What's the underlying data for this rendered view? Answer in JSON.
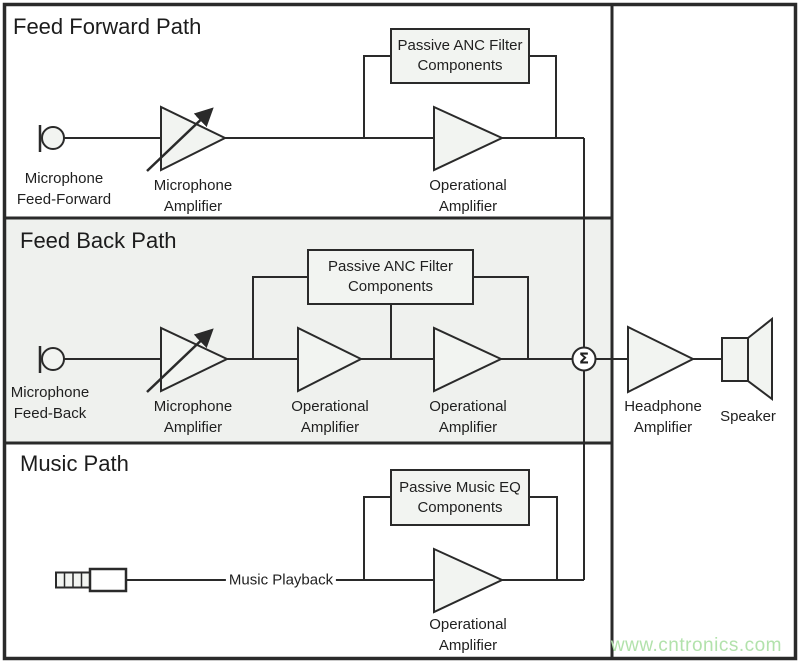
{
  "feed_forward": {
    "title": "Feed Forward Path",
    "mic_label": "Microphone\nFeed-Forward",
    "mic_amp_label": "Microphone\nAmplifier",
    "filter_box_label": "Passive ANC Filter\nComponents",
    "op_amp_label": "Operational\nAmplifier"
  },
  "feed_back": {
    "title": "Feed Back Path",
    "mic_label": "Microphone\nFeed-Back",
    "mic_amp_label": "Microphone\nAmplifier",
    "filter_box_label": "Passive ANC Filter\nComponents",
    "op_amp1_label": "Operational\nAmplifier",
    "op_amp2_label": "Operational\nAmplifier"
  },
  "music": {
    "title": "Music Path",
    "wire_label": "Music Playback",
    "eq_box_label": "Passive Music EQ\nComponents",
    "op_amp_label": "Operational\nAmplifier"
  },
  "output": {
    "sum_symbol": "Σ",
    "headphone_amp_label": "Headphone\nAmplifier",
    "speaker_label": "Speaker"
  },
  "watermark": "www.cntronics.com",
  "colors": {
    "line": "#2a2a2a",
    "shape_fill": "#f2f4f1",
    "feedback_section_bg": "#eff1ee",
    "watermark_green": "#b2e2ac"
  }
}
